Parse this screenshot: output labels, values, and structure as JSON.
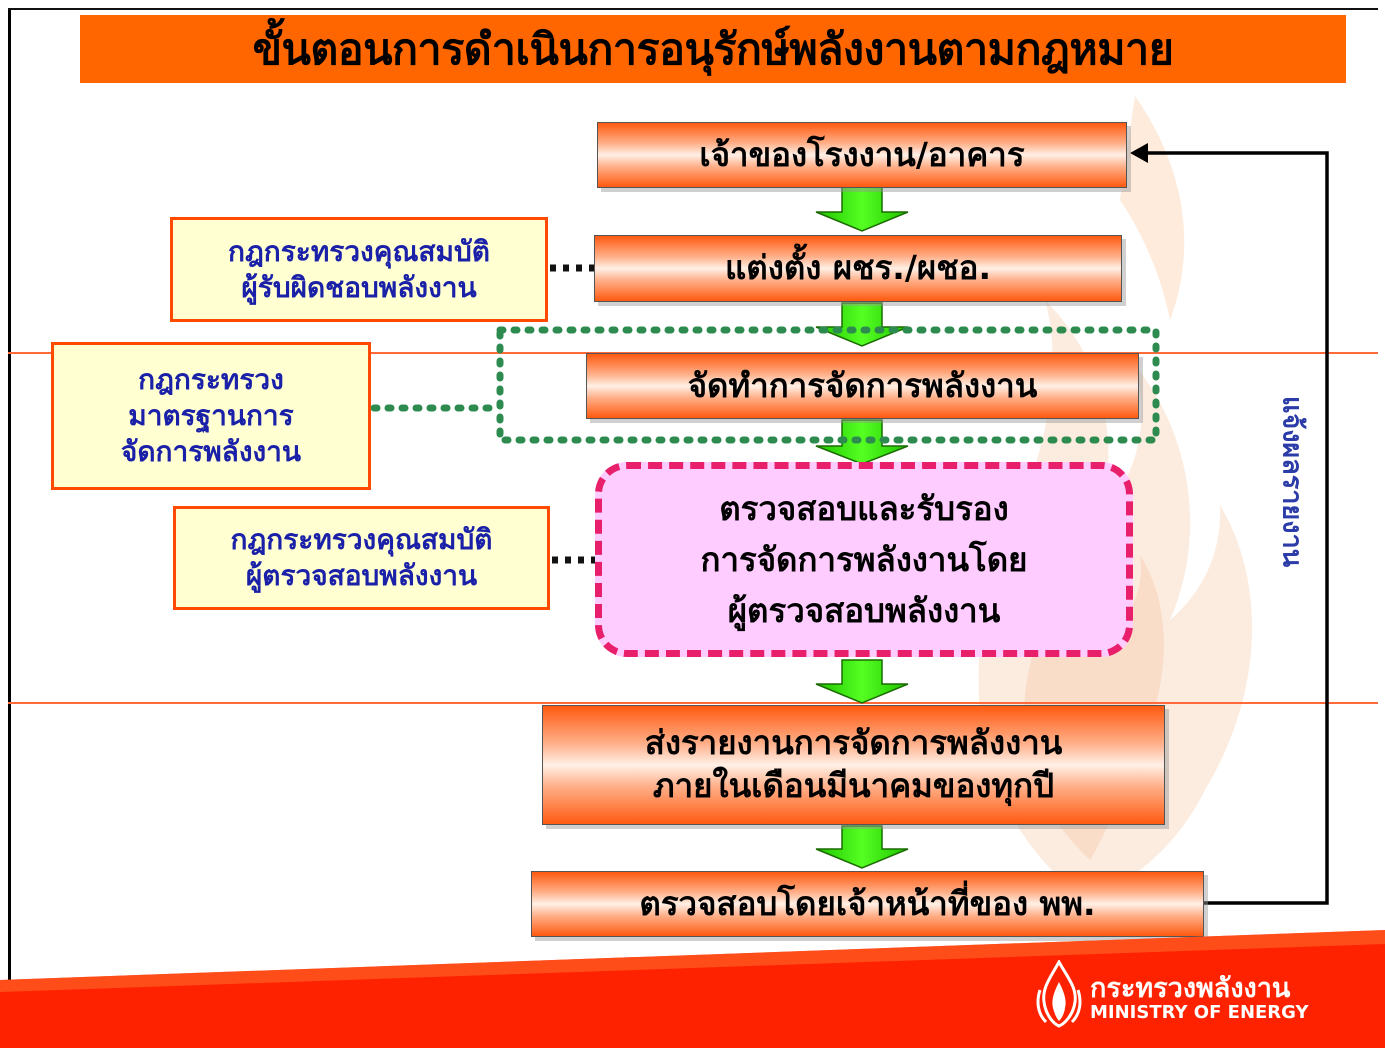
{
  "title": "ขั้นตอนการดำเนินการอนุรักษ์พลังงานตามกฎหมาย",
  "steps": [
    {
      "label": "เจ้าของโรงงาน/อาคาร"
    },
    {
      "label": "แต่งตั้ง ผชร./ผชอ."
    },
    {
      "label": "จัดทำการจัดการพลังงาน"
    },
    {
      "label": "ตรวจสอบและรับรอง\nการจัดการพลังงานโดย\nผู้ตรวจสอบพลังงาน"
    },
    {
      "label": "ส่งรายงานการจัดการพลังงาน\nภายในเดือนมีนาคมของทุกปี"
    },
    {
      "label": "ตรวจสอบโดยเจ้าหน้าที่ของ พพ."
    }
  ],
  "regulations": [
    {
      "label": "กฎกระทรวงคุณสมบัติ\nผู้รับผิดชอบพลังงาน"
    },
    {
      "label": "กฎกระทรวง\nมาตรฐานการ\nจัดการพลังงาน"
    },
    {
      "label": "กฎกระทรวงคุณสมบัติ\nผู้ตรวจสอบพลังงาน"
    }
  ],
  "feedback_label": "แจ้งผลรายงาน",
  "logo": {
    "thai": "กระทรวงพลังงาน",
    "english": "MINISTRY OF ENERGY"
  },
  "colors": {
    "title_bar": "#ff6600",
    "step_gradient": "#ff5a10",
    "regulation_fill": "#ffffd2",
    "regulation_border": "#ff4a00",
    "regulation_text": "#1a20a8",
    "audit_fill": "#ffccff",
    "audit_border": "#e8206c",
    "arrow": "#33ee00",
    "dotted_connector": "#2e8b4f",
    "feedback_text": "#2b3ba8",
    "footer": "#ff2200"
  }
}
